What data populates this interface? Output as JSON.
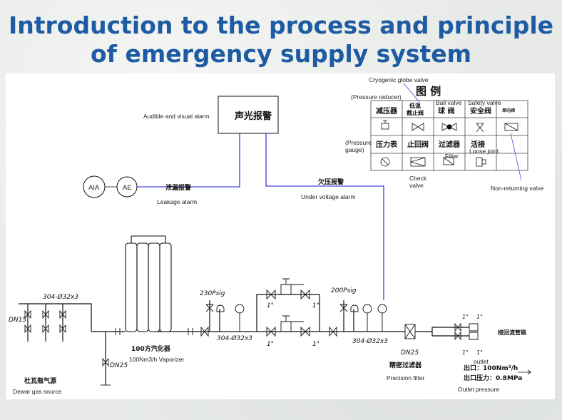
{
  "title": {
    "line1": "Introduction to the process and principle",
    "line2": "of emergency supply system"
  },
  "labels": {
    "cryogenic_globe_valve": "Cryogenic globe valve",
    "pressure_reducer": "(Pressure reducer)",
    "ball_valve": "Ball valve",
    "safety_valve": "Safety valve",
    "pressure_gauge": "(Pressure\ngauge)",
    "pressure_gauge_1": "(Pressure",
    "pressure_gauge_2": "gauge)",
    "filter": "Filter",
    "loose_joint": "Loose joint",
    "check_valve_1": "Check",
    "check_valve_2": "valve",
    "non_returning_valve": "Non-returning valve",
    "audible_visual_alarm": "Audible and visual alarm",
    "leakage_alarm": "Leakage alarm",
    "under_voltage_alarm": "Under voltage alarm",
    "vaporizer": "100Nm3/h Vaporizer",
    "dewar_gas_source": "Dewar gas source",
    "precision_filter": "Precision filter",
    "outlet": "outlet",
    "outlet_pressure": "Outlet pressure"
  },
  "chinese": {
    "legend_title": "图    例",
    "alarm_box": "声光报警",
    "leakage": "泄漏报警",
    "under_voltage": "欠压报警",
    "vaporizer": "100方汽化器",
    "dewar": "杜瓦瓶气源",
    "precision_filter": "精密过滤器",
    "outlet_line": "接回流管路",
    "outlet_flow": "出口：100Nm³/h",
    "outlet_pressure": "出口压力：0.8MPa",
    "reducer": "减压器",
    "cryo_globe_1": "低温",
    "cryo_globe_2": "截止阀",
    "ball": "球  阀",
    "safety": "安全阀",
    "nonreturn": "单向阀",
    "gauge": "压力表",
    "check": "止回阀",
    "filter": "过滤器",
    "loose": "活接"
  },
  "instruments": {
    "aia": "AIA",
    "ae": "AE"
  },
  "annotations": {
    "pipe_main": "304-Ø32x3",
    "pipe_mid": "304-Ø32x3",
    "pipe_right": "304-Ø32x3",
    "dn15": "DN15",
    "dn25_left": "DN25",
    "dn25_filter": "DN25",
    "psig_230": "230Psig",
    "psig_200": "200Psig",
    "inch": "1\""
  },
  "colors": {
    "title": "#1d5ba3",
    "signal_line": "#1a1ad8",
    "legend_lead": "#1a1ad8",
    "drawing": "#111111"
  }
}
